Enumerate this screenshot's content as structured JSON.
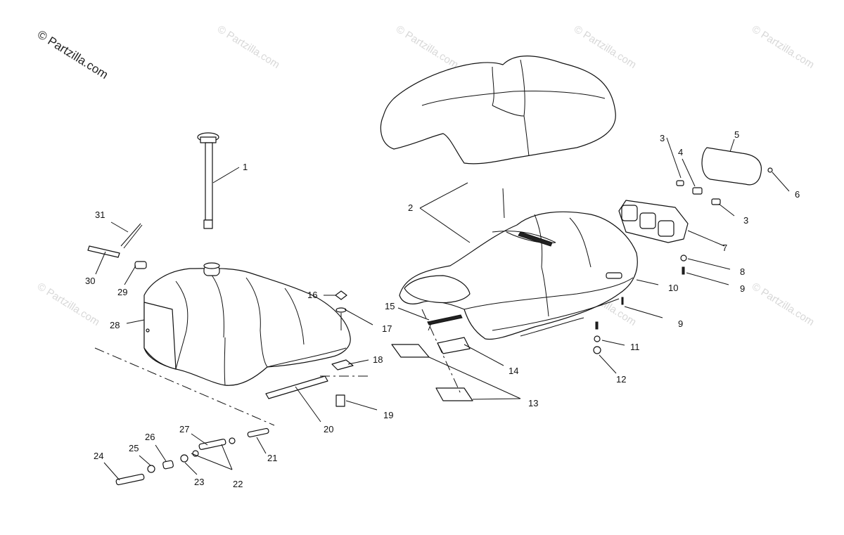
{
  "watermark": {
    "main": "© Partzilla.com",
    "faded": "© Partzilla.com"
  },
  "labels": {
    "l1": "1",
    "l2": "2",
    "l3a": "3",
    "l3b": "3",
    "l4": "4",
    "l5": "5",
    "l6": "6",
    "l7": "7",
    "l8": "8",
    "l9a": "9",
    "l9b": "9",
    "l10": "10",
    "l11": "11",
    "l12": "12",
    "l13": "13",
    "l14": "14",
    "l15": "15",
    "l16": "16",
    "l17": "17",
    "l18": "18",
    "l19": "19",
    "l20": "20",
    "l21": "21",
    "l22": "22",
    "l23": "23",
    "l24": "24",
    "l25": "25",
    "l26": "26",
    "l27": "27",
    "l28": "28",
    "l29": "29",
    "l30": "30",
    "l31": "31"
  },
  "colors": {
    "ink": "#111111",
    "watermark": "#d8d8d8",
    "background": "#ffffff"
  }
}
